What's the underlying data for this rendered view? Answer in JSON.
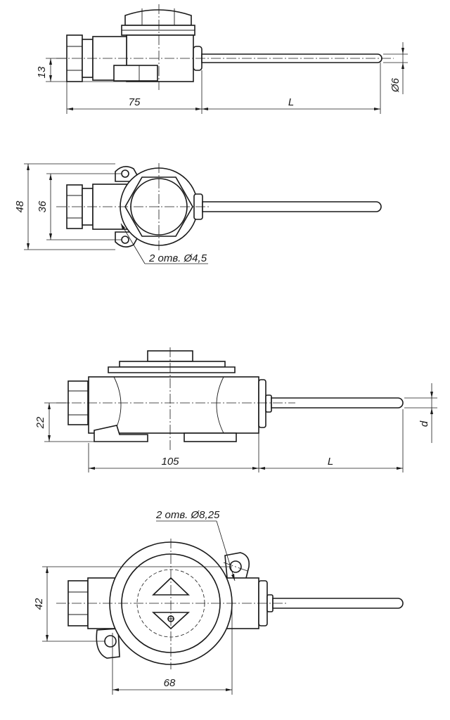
{
  "views": {
    "side": {
      "dim_width": "75",
      "dim_length": "L",
      "dim_height": "13",
      "dim_probe": "Ø6"
    },
    "top": {
      "dim_outer": "48",
      "dim_inner": "36",
      "note_holes": "2 отв. Ø4,5"
    },
    "front": {
      "dim_width": "105",
      "dim_length": "L",
      "dim_height": "22",
      "dim_probe": "d"
    },
    "bottom": {
      "note_holes": "2 отв. Ø8,25",
      "dim_height": "42",
      "dim_width": "68"
    }
  }
}
